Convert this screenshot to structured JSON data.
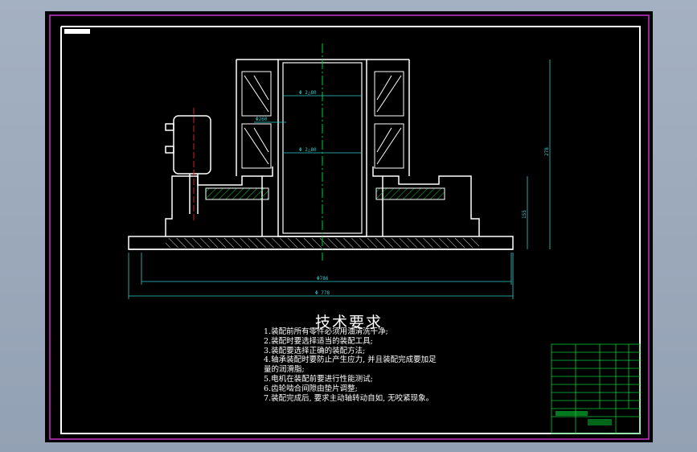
{
  "drawing": {
    "dimensions": {
      "bore_upper": "Φ 2△80",
      "bore_mid": "Φ260",
      "bore_lower": "Φ 2△80",
      "height_total": "278",
      "height_lower": "155",
      "width_inner": "Φ786",
      "width_outer": "Φ 778"
    },
    "tech_requirements": {
      "title": "技术要求",
      "items": [
        "1.装配前所有零件必须用油清洗干净;",
        "2.装配时要选择适当的装配工具;",
        "3.装配要选择正确的装配方法;",
        "4.轴承装配时要防止产生应力, 并且装配完成要加足",
        "量的润滑脂;",
        "5.电机在装配前要进行性能测试;",
        "6.齿轮啮合间隙由垫片调整;",
        "7.装配完成后, 要求主动轴转动自如, 无咬紧现象。"
      ]
    },
    "colors": {
      "background": "#000000",
      "lines": "#ffffff",
      "border": "#cc33cc",
      "centerline": "#00cc33",
      "dimension": "#33cccc",
      "hatch": "#00cc33",
      "title_block": "#00cc33"
    }
  }
}
